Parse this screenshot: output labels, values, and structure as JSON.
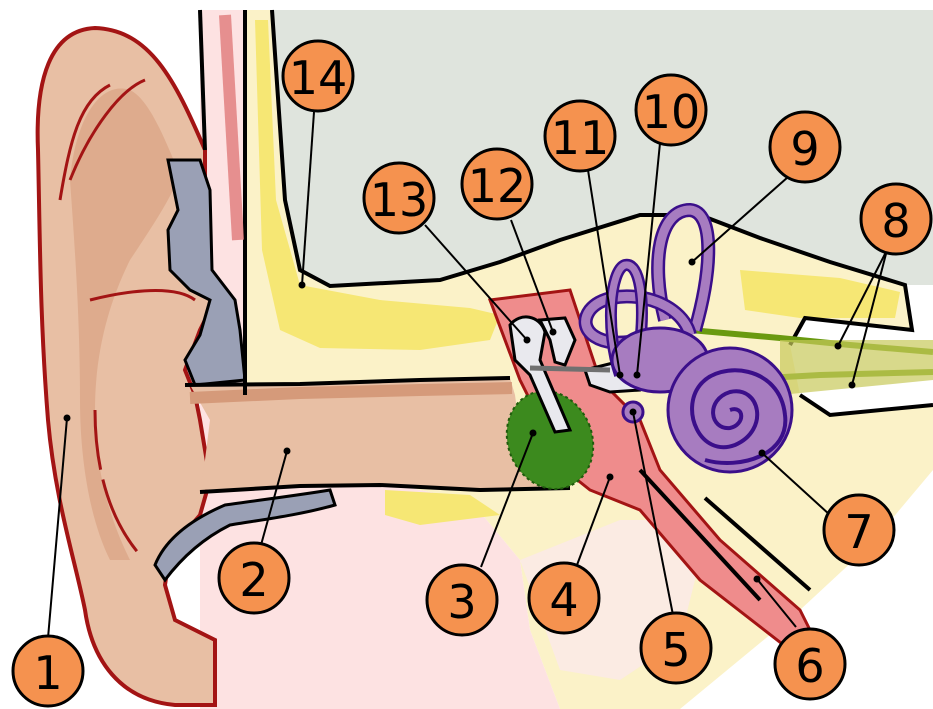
{
  "diagram": {
    "colors": {
      "skin": "#e8bfa4",
      "skin_dark": "#d59a7a",
      "tissue_pink": "#fde2e2",
      "outline_red": "#a31414",
      "cartilage_gray": "#9aa0b5",
      "bone_yellow": "#f6e774",
      "bone_cream": "#fbf2c8",
      "cranial_gray": "#dfe4dd",
      "eardrum_green": "#3c8a1e",
      "labyrinth_purple": "#a77cc0",
      "labyrinth_stroke": "#3b0f8a",
      "tube_red": "#ef8c8c",
      "nerve_green": "#6a9a10",
      "ossicle_white": "#e9e9ee",
      "label_orange": "#f5924f"
    },
    "labels": [
      "1",
      "2",
      "3",
      "4",
      "5",
      "6",
      "7",
      "8",
      "9",
      "10",
      "11",
      "12",
      "13",
      "14"
    ]
  }
}
